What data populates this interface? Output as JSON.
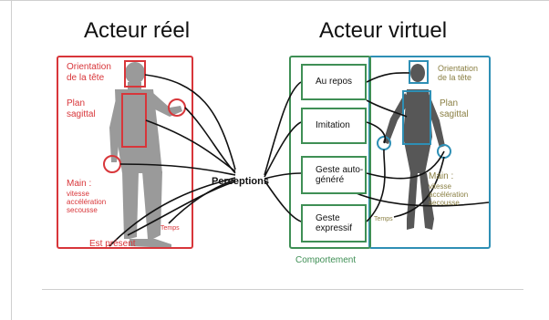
{
  "left_title": "Acteur réel",
  "right_title": "Acteur virtuel",
  "left_labels": {
    "head_orientation": "Orientation\nde la tête",
    "sagittal_plane": "Plan\nsagittal",
    "hand_heading": "Main :",
    "hand_details": "vitesse\naccélération\nsecousse",
    "time": "Temps",
    "present": "Est présent"
  },
  "center_label": "Perceptions",
  "behaviors": [
    "Au repos",
    "Imitation",
    "Geste auto-\ngénéré",
    "Geste\nexpressif"
  ],
  "behavior_group_label": "Comportement",
  "right_labels": {
    "head_orientation": "Orientation\nde la tête",
    "sagittal_plane": "Plan\nsagittal",
    "hand_heading": "Main :",
    "hand_details": "vitesse\naccélération\nsecousse",
    "time": "Temps"
  },
  "colors": {
    "real_actor": "#d8363a",
    "virtual_actor": "#2e8fb5",
    "behavior": "#3f8f55",
    "annotation": "#8a7f43"
  }
}
